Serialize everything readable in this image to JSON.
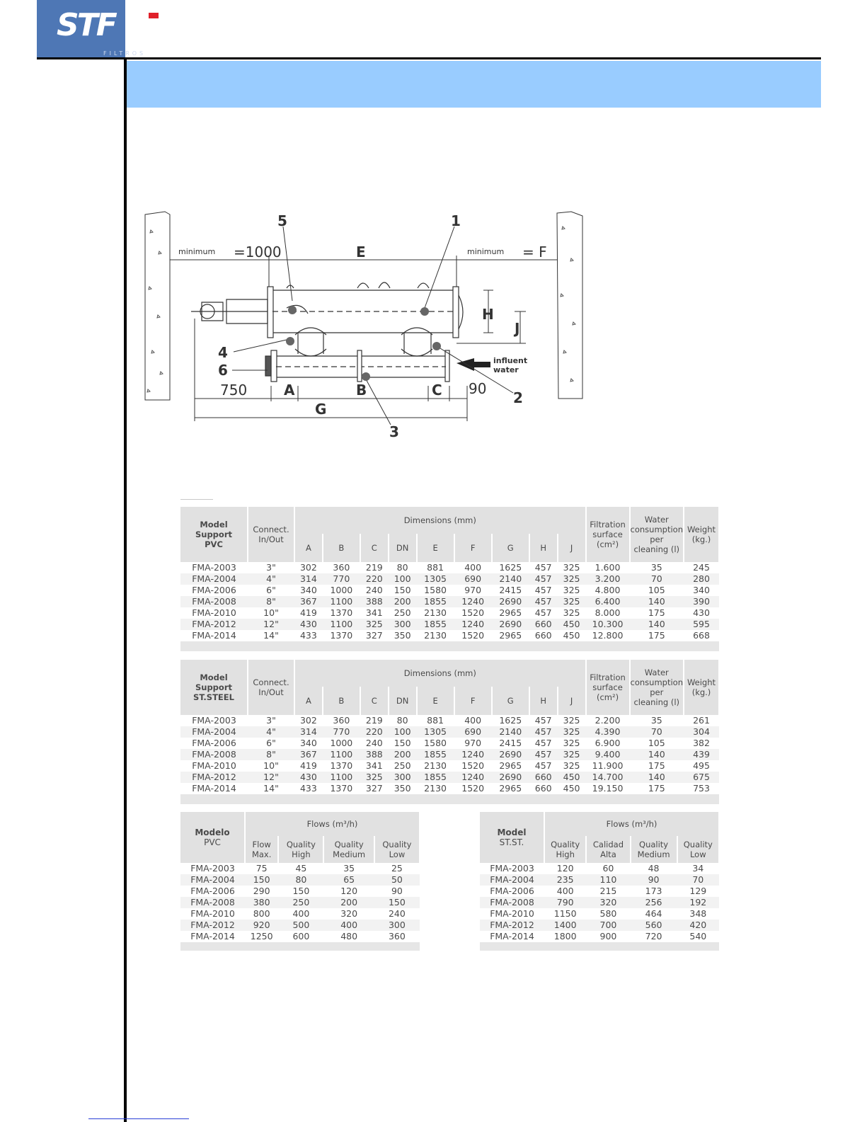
{
  "logo": {
    "text": "STF",
    "sub": "FILTROS"
  },
  "colors": {
    "logo_blue": "#4e77b5",
    "band_blue": "#99ccff",
    "accent_red": "#e0202a"
  },
  "diagram": {
    "callouts": [
      "5",
      "1",
      "4",
      "6",
      "2",
      "3"
    ],
    "labels": {
      "minimum_left": "minimum",
      "min_value": "=1000",
      "E": "E",
      "minimum_right": "minimum",
      "F": "= F",
      "H": "H",
      "J": "J",
      "influent": "influent",
      "water": "water",
      "d750": "750",
      "A": "A",
      "B": "B",
      "C": "C",
      "d90": "90",
      "G": "G"
    }
  },
  "spec_headers": {
    "connect": [
      "Connect.",
      "In/Out"
    ],
    "dimensions": "Dimensions (mm)",
    "dim_cols": [
      "A",
      "B",
      "C",
      "DN",
      "E",
      "F",
      "G",
      "H",
      "J"
    ],
    "filtration": [
      "Filtration",
      "surface",
      "(cm²)"
    ],
    "water": [
      "Water",
      "consumption",
      "per",
      "cleaning (l)"
    ],
    "weight": [
      "Weight",
      "(kg.)"
    ]
  },
  "table_pvc": {
    "model_label": [
      "Model",
      "Support",
      "PVC"
    ],
    "rows": [
      [
        "FMA-2003",
        "3\"",
        "302",
        "360",
        "219",
        "80",
        "881",
        "400",
        "1625",
        "457",
        "325",
        "1.600",
        "35",
        "245"
      ],
      [
        "FMA-2004",
        "4\"",
        "314",
        "770",
        "220",
        "100",
        "1305",
        "690",
        "2140",
        "457",
        "325",
        "3.200",
        "70",
        "280"
      ],
      [
        "FMA-2006",
        "6\"",
        "340",
        "1000",
        "240",
        "150",
        "1580",
        "970",
        "2415",
        "457",
        "325",
        "4.800",
        "105",
        "340"
      ],
      [
        "FMA-2008",
        "8\"",
        "367",
        "1100",
        "388",
        "200",
        "1855",
        "1240",
        "2690",
        "457",
        "325",
        "6.400",
        "140",
        "390"
      ],
      [
        "FMA-2010",
        "10\"",
        "419",
        "1370",
        "341",
        "250",
        "2130",
        "1520",
        "2965",
        "457",
        "325",
        "8.000",
        "175",
        "430"
      ],
      [
        "FMA-2012",
        "12\"",
        "430",
        "1100",
        "325",
        "300",
        "1855",
        "1240",
        "2690",
        "660",
        "450",
        "10.300",
        "140",
        "595"
      ],
      [
        "FMA-2014",
        "14\"",
        "433",
        "1370",
        "327",
        "350",
        "2130",
        "1520",
        "2965",
        "660",
        "450",
        "12.800",
        "175",
        "668"
      ]
    ]
  },
  "table_steel": {
    "model_label": [
      "Model",
      "Support",
      "ST.STEEL"
    ],
    "rows": [
      [
        "FMA-2003",
        "3\"",
        "302",
        "360",
        "219",
        "80",
        "881",
        "400",
        "1625",
        "457",
        "325",
        "2.200",
        "35",
        "261"
      ],
      [
        "FMA-2004",
        "4\"",
        "314",
        "770",
        "220",
        "100",
        "1305",
        "690",
        "2140",
        "457",
        "325",
        "4.390",
        "70",
        "304"
      ],
      [
        "FMA-2006",
        "6\"",
        "340",
        "1000",
        "240",
        "150",
        "1580",
        "970",
        "2415",
        "457",
        "325",
        "6.900",
        "105",
        "382"
      ],
      [
        "FMA-2008",
        "8\"",
        "367",
        "1100",
        "388",
        "200",
        "1855",
        "1240",
        "2690",
        "457",
        "325",
        "9.400",
        "140",
        "439"
      ],
      [
        "FMA-2010",
        "10\"",
        "419",
        "1370",
        "341",
        "250",
        "2130",
        "1520",
        "2965",
        "457",
        "325",
        "11.900",
        "175",
        "495"
      ],
      [
        "FMA-2012",
        "12\"",
        "430",
        "1100",
        "325",
        "300",
        "1855",
        "1240",
        "2690",
        "660",
        "450",
        "14.700",
        "140",
        "675"
      ],
      [
        "FMA-2014",
        "14\"",
        "433",
        "1370",
        "327",
        "350",
        "2130",
        "1520",
        "2965",
        "660",
        "450",
        "19.150",
        "175",
        "753"
      ]
    ]
  },
  "flows_pvc": {
    "model_label": [
      "Modelo",
      "PVC"
    ],
    "flows_title": "Flows (m³/h)",
    "cols": [
      [
        "Flow",
        "Max."
      ],
      [
        "Quality",
        "High"
      ],
      [
        "Quality",
        "Medium"
      ],
      [
        "Quality",
        "Low"
      ]
    ],
    "rows": [
      [
        "FMA-2003",
        "75",
        "45",
        "35",
        "25"
      ],
      [
        "FMA-2004",
        "150",
        "80",
        "65",
        "50"
      ],
      [
        "FMA-2006",
        "290",
        "150",
        "120",
        "90"
      ],
      [
        "FMA-2008",
        "380",
        "250",
        "200",
        "150"
      ],
      [
        "FMA-2010",
        "800",
        "400",
        "320",
        "240"
      ],
      [
        "FMA-2012",
        "920",
        "500",
        "400",
        "300"
      ],
      [
        "FMA-2014",
        "1250",
        "600",
        "480",
        "360"
      ]
    ]
  },
  "flows_steel": {
    "model_label": [
      "Model",
      "ST.ST."
    ],
    "flows_title": "Flows (m³/h)",
    "cols": [
      [
        "Quality",
        "High"
      ],
      [
        "Calidad",
        "Alta"
      ],
      [
        "Quality",
        "Medium"
      ],
      [
        "Quality",
        "Low"
      ]
    ],
    "rows": [
      [
        "FMA-2003",
        "120",
        "60",
        "48",
        "34"
      ],
      [
        "FMA-2004",
        "235",
        "110",
        "90",
        "70"
      ],
      [
        "FMA-2006",
        "400",
        "215",
        "173",
        "129"
      ],
      [
        "FMA-2008",
        "790",
        "320",
        "256",
        "192"
      ],
      [
        "FMA-2010",
        "1150",
        "580",
        "464",
        "348"
      ],
      [
        "FMA-2012",
        "1400",
        "700",
        "560",
        "420"
      ],
      [
        "FMA-2014",
        "1800",
        "900",
        "720",
        "540"
      ]
    ]
  }
}
